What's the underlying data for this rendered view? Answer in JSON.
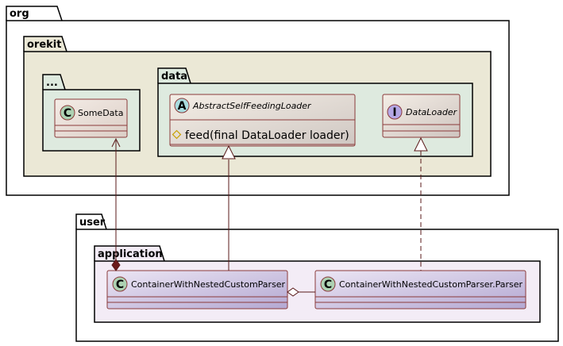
{
  "packages": {
    "org": {
      "label": "org"
    },
    "orekit": {
      "label": "orekit"
    },
    "ellipsis": {
      "label": "..."
    },
    "data": {
      "label": "data"
    },
    "user": {
      "label": "user"
    },
    "application": {
      "label": "application"
    }
  },
  "classes": {
    "some_data": {
      "name": "SomeData",
      "kind": "C",
      "kind_color": "#ADD1B2"
    },
    "abstract_loader": {
      "name": "AbstractSelfFeedingLoader",
      "kind": "A",
      "kind_color": "#A9DCDF",
      "member": "feed(final DataLoader loader)",
      "member_visibility": "protected"
    },
    "data_loader": {
      "name": "DataLoader",
      "kind": "I",
      "kind_color": "#B4A7E5"
    },
    "container": {
      "name": "ContainerWithNestedCustomParser",
      "kind": "C",
      "kind_color": "#ADD1B2"
    },
    "parser": {
      "name": "ContainerWithNestedCustomParser.Parser",
      "kind": "C",
      "kind_color": "#ADD1B2"
    }
  },
  "relations": [
    {
      "from": "container",
      "to": "some_data",
      "type": "composition"
    },
    {
      "from": "container",
      "to": "abstract_loader",
      "type": "extends"
    },
    {
      "from": "parser",
      "to": "data_loader",
      "type": "implements"
    },
    {
      "from": "container",
      "to": "parser",
      "type": "aggregation"
    }
  ],
  "colors": {
    "border": "#000000",
    "class_border": "#8B3A3A",
    "relation_line": "#5A1A1A",
    "orekit_fill": "#EBE8D6",
    "inner_pkg_fill": "#DEEADF",
    "user_pkg_fill": "#FFFFFF",
    "application_fill": "#F3ECF6",
    "visibility_protected": "#FFD700"
  }
}
